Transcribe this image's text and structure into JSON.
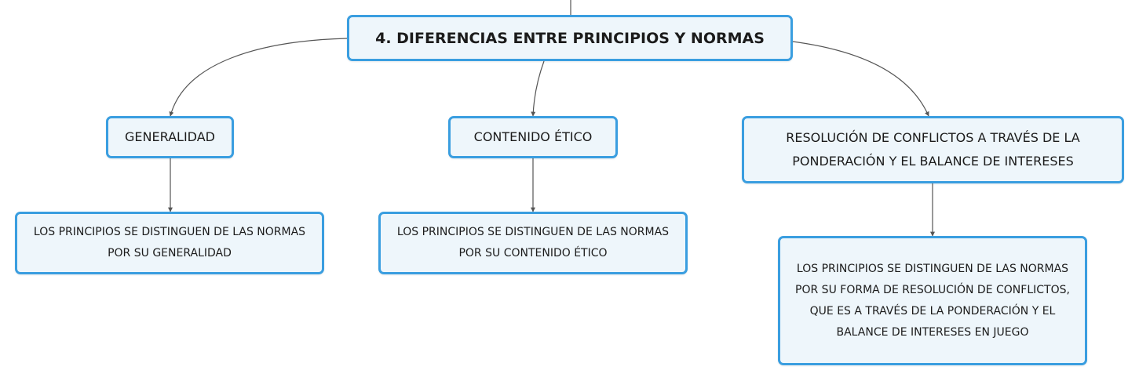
{
  "root": {
    "label": "4. DIFERENCIAS ENTRE PRINCIPIOS Y NORMAS"
  },
  "topics": [
    {
      "label": "GENERALIDAD",
      "detail": "LOS PRINCIPIOS SE DISTINGUEN DE LAS NORMAS POR SU GENERALIDAD"
    },
    {
      "label": "CONTENIDO ÉTICO",
      "detail": "LOS PRINCIPIOS SE DISTINGUEN DE LAS NORMAS POR SU CONTENIDO ÉTICO"
    },
    {
      "label": "RESOLUCIÓN DE CONFLICTOS A TRAVÉS DE LA PONDERACIÓN Y EL BALANCE DE INTERESES",
      "detail": "LOS PRINCIPIOS SE DISTINGUEN DE LAS NORMAS POR SU FORMA DE RESOLUCIÓN DE CONFLICTOS, QUE ES A TRAVÉS DE LA PONDERACIÓN Y EL BALANCE DE INTERESES EN JUEGO"
    }
  ],
  "colors": {
    "node_border": "#3a9ee0",
    "node_fill": "#eef6fb",
    "connector": "#555555"
  }
}
